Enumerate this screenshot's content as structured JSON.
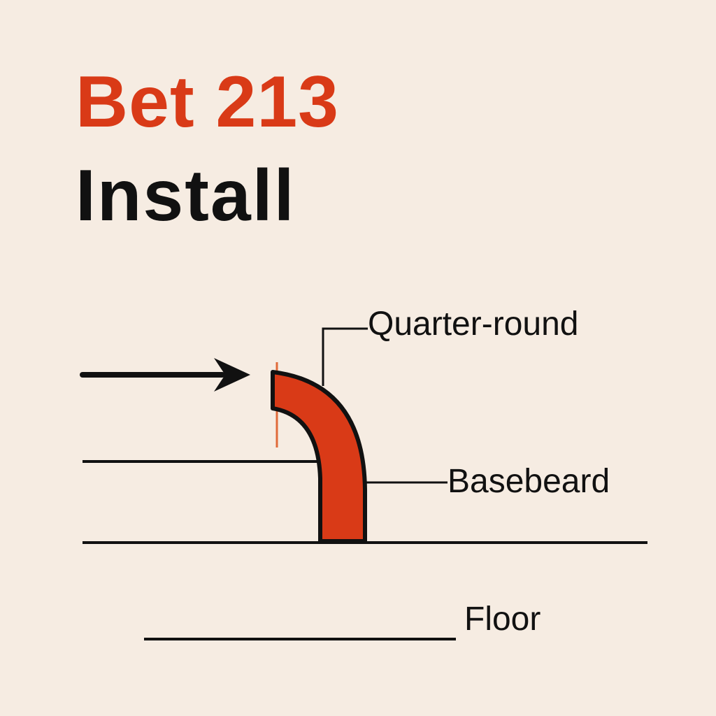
{
  "title": {
    "line1": "Bet 213",
    "line2": "Install"
  },
  "labels": {
    "quarter_round": "Quarter-round",
    "baseboard": "Basebeard",
    "floor": "Floor"
  },
  "colors": {
    "background": "#f6ece2",
    "accent": "#d93a17",
    "ink": "#111111"
  }
}
